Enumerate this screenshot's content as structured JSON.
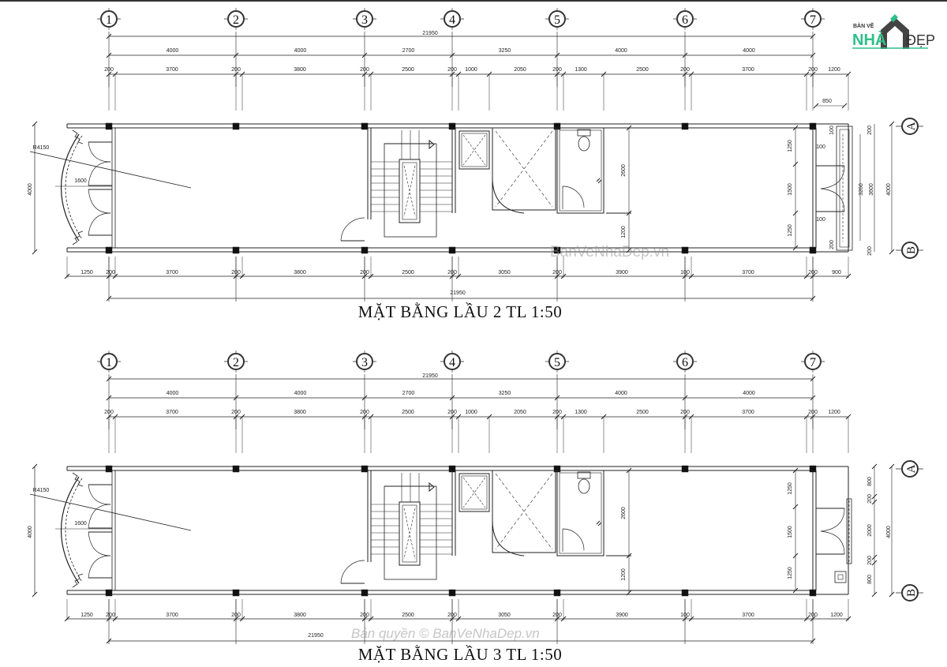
{
  "logo": {
    "line1": "BẢN VẼ",
    "line2": "NHÀ",
    "line3": "ĐẸP",
    "accent": "#2fbf8a"
  },
  "watermarks": {
    "main": "BanVeNhaDep.vn",
    "copyright": "Bản quyền © BanVeNhaDep.vn"
  },
  "plans": [
    {
      "title": "MẶT BẰNG LẦU 2  TL 1:50",
      "grid_columns": [
        "1",
        "2",
        "3",
        "4",
        "5",
        "6",
        "7"
      ],
      "grid_rows": [
        "A",
        "B"
      ],
      "top_total": "21950",
      "top_bays": [
        "4000",
        "4000",
        "2700",
        "3250",
        "4000",
        "4000"
      ],
      "top_detail": [
        "200",
        "3700",
        "200",
        "3800",
        "200",
        "2500",
        "200",
        "1000",
        "2050",
        "200",
        "1300",
        "2500",
        "200",
        "3700",
        "200",
        "1200"
      ],
      "bottom_detail": [
        "1250",
        "200",
        "3700",
        "200",
        "3800",
        "200",
        "2500",
        "200",
        "3050",
        "200",
        "3900",
        "100",
        "3700",
        "200",
        "900"
      ],
      "bottom_total": "21950",
      "left_dims": {
        "depth": "4000",
        "radius": "R4150",
        "span": "1600"
      },
      "interior_dims": {
        "wc_depth": "2600",
        "corridor": "1200"
      },
      "right_inner": [
        "1250",
        "1500",
        "1250"
      ],
      "right_outer": [
        "850",
        "200",
        "200",
        "100",
        "100",
        "100",
        "3260",
        "3600",
        "200",
        "200",
        "4000"
      ]
    },
    {
      "title": "MẶT BẰNG LẦU 3  TL 1:50",
      "grid_columns": [
        "1",
        "2",
        "3",
        "4",
        "5",
        "6",
        "7"
      ],
      "grid_rows": [
        "A",
        "B"
      ],
      "top_total": "21950",
      "top_bays": [
        "4000",
        "4000",
        "2700",
        "3250",
        "4000",
        "4000"
      ],
      "top_detail": [
        "200",
        "3700",
        "200",
        "3800",
        "200",
        "2500",
        "200",
        "1000",
        "2050",
        "200",
        "1300",
        "2500",
        "200",
        "3700",
        "200",
        "1200"
      ],
      "bottom_detail": [
        "1250",
        "200",
        "3700",
        "200",
        "3800",
        "200",
        "2500",
        "200",
        "3050",
        "200",
        "3900",
        "100",
        "3700",
        "200",
        "1200"
      ],
      "bottom_total": "21950",
      "left_dims": {
        "depth": "4000",
        "radius": "R4150",
        "span": "1600"
      },
      "interior_dims": {
        "wc_depth": "2600",
        "corridor": "1200"
      },
      "right_inner": [
        "1250",
        "1500",
        "1250"
      ],
      "right_outer": [
        "800",
        "200",
        "2000",
        "200",
        "800",
        "4000"
      ]
    }
  ]
}
